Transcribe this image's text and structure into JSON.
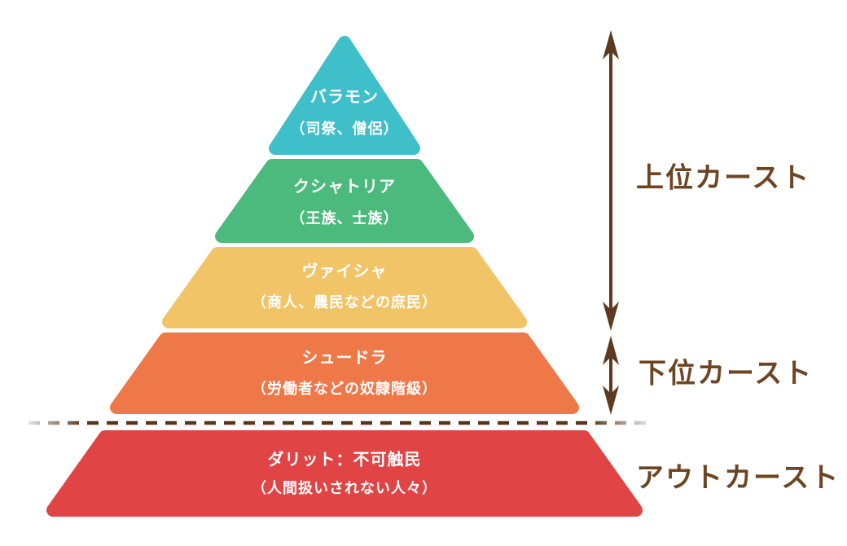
{
  "pyramid": {
    "levels": [
      {
        "name": "バラモン",
        "description": "（司祭、僧侶）",
        "color": "#3FBFC9"
      },
      {
        "name": "クシャトリア",
        "description": "（王族、士族）",
        "color": "#4CBA7C"
      },
      {
        "name": "ヴァイシャ",
        "description": "（商人、農民などの庶民）",
        "color": "#F2C468"
      },
      {
        "name": "シュードラ",
        "description": "（労働者などの奴隷階級）",
        "color": "#EE7848"
      },
      {
        "name": "ダリット：不可触民",
        "description": "（人間扱いされない人々）",
        "color": "#E04444"
      }
    ],
    "text_color": "#FFFFFF"
  },
  "annotations": {
    "upper_caste_label": "上位カースト",
    "lower_caste_label": "下位カースト",
    "outcaste_label": "アウトカースト",
    "label_color": "#6E4522",
    "arrow_color": "#5D3A1E",
    "dashed_line_color": "#55361B"
  }
}
